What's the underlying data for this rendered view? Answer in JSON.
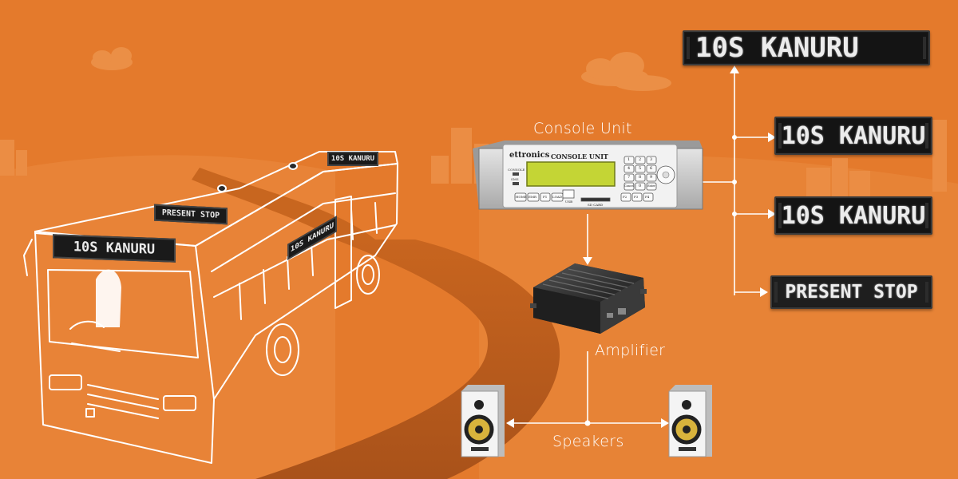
{
  "labels": {
    "console_unit": "Console Unit",
    "amplifier": "Amplifier",
    "speakers": "Speakers"
  },
  "displays": {
    "front_large": "10S KANURU",
    "side_1": "10S KANURU",
    "side_2": "10S KANURU",
    "present_stop": "PRESENT STOP"
  },
  "bus": {
    "front_board": "10S KANURU",
    "inner_board": "PRESENT STOP",
    "rear_board": "10S KANURU",
    "side_board": "10S KANURU"
  },
  "console": {
    "brand": "ettronics",
    "title": "CONSOLE UNIT",
    "indicators": [
      "CONSOLE",
      "SMS"
    ],
    "function_keys": [
      "HOME",
      "EMR",
      "F1",
      "LOAD"
    ],
    "right_keys": [
      "F2",
      "F3",
      "F4"
    ],
    "ports": [
      "USB",
      "SD CARD"
    ],
    "keypad": [
      "1",
      "2",
      "3",
      "4",
      "5",
      "6",
      "7",
      "8",
      "9",
      "Cancel",
      "0",
      "Enter"
    ]
  },
  "colors": {
    "background": "#e47a2c",
    "road": "#b85a1e",
    "line": "#ffffff",
    "led_bg": "#141414"
  }
}
